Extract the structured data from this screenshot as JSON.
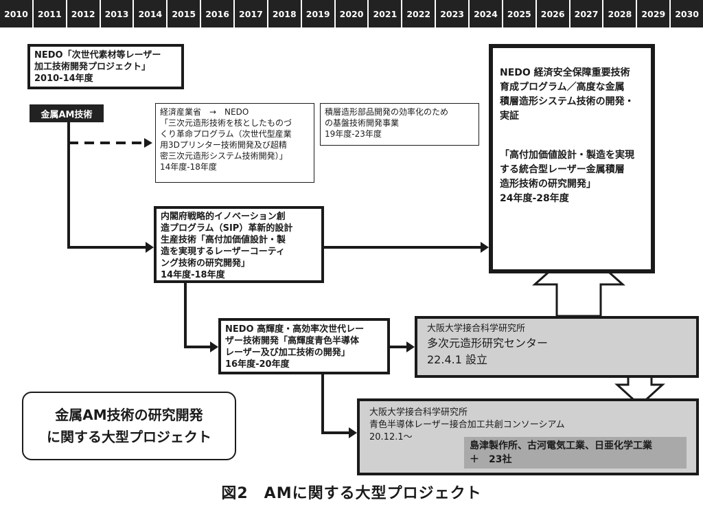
{
  "timeline": {
    "years": [
      "2010",
      "2011",
      "2012",
      "2013",
      "2014",
      "2015",
      "2016",
      "2017",
      "2018",
      "2019",
      "2020",
      "2021",
      "2022",
      "2023",
      "2024",
      "2025",
      "2026",
      "2027",
      "2028",
      "2029",
      "2030"
    ]
  },
  "nedo_laser": {
    "lines": [
      "NEDO「次世代素材等レーザー",
      "加工技術開発プロジェクト」",
      "2010-14年度"
    ]
  },
  "metal_am_tag": "金属AM技術",
  "meti_box": {
    "lines": [
      "経済産業省　→　NEDO",
      "「三次元造形技術を核としたものづ",
      "くり革命プログラム（次世代型産業",
      "用3Dプリンター技術開発及び超精",
      "密三次元造形システム技術開発）」",
      "14年度-18年度"
    ]
  },
  "layered_box": {
    "lines": [
      "積層造形部品開発の効率化のため",
      "の基盤技術開発事業",
      "19年度-23年度"
    ]
  },
  "sip_box": {
    "lines": [
      "内閣府戦略的イノベーション創",
      "造プログラム（SIP）革新的設計",
      "生産技術「高付加価値設計・製",
      "造を実現するレーザーコーティ",
      "ング技術の研究開発」",
      "14年度-18年度"
    ]
  },
  "nedo_security": {
    "lines_a": [
      "NEDO 経済安全保障重要技術",
      "育成プログラム／高度な金属",
      "積層造形システム技術の開発・",
      "実証"
    ],
    "lines_b": [
      "「高付加価値設計・製造を実現",
      "する統合型レーザー金属積層",
      "造形技術の研究開発」",
      "24年度-28年度"
    ]
  },
  "nedo_blue": {
    "lines": [
      "NEDO 高輝度・高効率次世代レー",
      "ザー技術開発「高輝度青色半導体",
      "レーザー及び加工技術の開発」",
      "16年度-20年度"
    ]
  },
  "osaka_center": {
    "lines": [
      "大阪大学接合科学研究所",
      "多次元造形研究センター",
      "22.4.1 設立"
    ]
  },
  "osaka_consortium": {
    "lines": [
      "大阪大学接合科学研究所",
      "青色半導体レーザー接合加工共創コンソーシアム",
      "20.12.1～"
    ],
    "members": [
      "島津製作所、古河電気工業、日亜化学工業",
      "＋　23社"
    ]
  },
  "summary_label": {
    "lines": [
      "金属AM技術の研究開発",
      "に関する大型プロジェクト"
    ]
  },
  "caption": "図2　AMに関する大型プロジェクト"
}
